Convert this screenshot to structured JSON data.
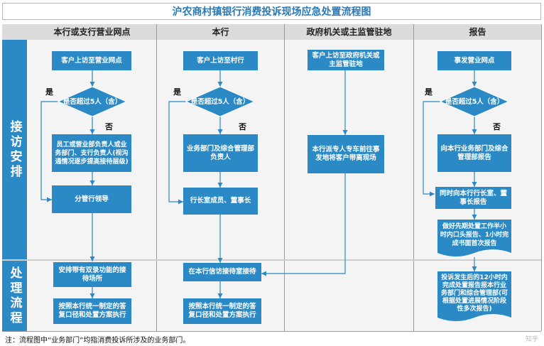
{
  "title": "沪农商村镇银行消费投诉现场应急处置流程图",
  "columns": [
    "本行或支行营业网点",
    "本行",
    "政府机关或主监管驻地",
    "报告"
  ],
  "rows": [
    "接访安排",
    "处理流程"
  ],
  "col1": {
    "start": "客户上访至营业网点",
    "decision": "是否超过5人（含）",
    "yes": "是",
    "no": "否",
    "staff": "员工或营业部负责人或业务部门、支行负责人(视沟通情况逐步提高接待层级)",
    "branch": "分管行领导",
    "arrange": "安排带有双录功能的接待场所",
    "handle": "按照本行统一制定的答复口径和处置方案执行"
  },
  "col2": {
    "start": "客户上访至村行",
    "decision": "是否超过5人（含）",
    "yes": "是",
    "no": "否",
    "dept": "业务部门及综合管理部负责人",
    "leader": "行长室成员、董事长",
    "reception": "在本行信访接待室接待",
    "handle": "按照本行统一制定的答复口径和处置方案执行"
  },
  "col3": {
    "start": "客户上访至政府机关或主监管驻地",
    "dispatch": "本行派专人专车前往事发地将客户带离现场"
  },
  "col4": {
    "start": "事发营业网点",
    "decision": "是否超过5人（含）",
    "yes": "是",
    "no": "否",
    "report1": "向本行业务部门及综合管理部报告",
    "report2": "同时向本行行长室、董事长报告",
    "doc1": "做好先期处置工作半小时内口头报告、1小时完成书面首次报告",
    "doc2": "投诉发生后的12小时内完成处置报告报本行业务部门和综合管理部(可根据处置进展情况阶段性多次报告)"
  },
  "footnote": "注：流程图中“业务部门”均指消费投诉所涉及的业务部门。",
  "watermark": "知乎",
  "colors": {
    "accent": "#2b8ac6",
    "title": "#2a79b6",
    "header": "#dcdcdc",
    "lane": "#f4f4f4"
  }
}
